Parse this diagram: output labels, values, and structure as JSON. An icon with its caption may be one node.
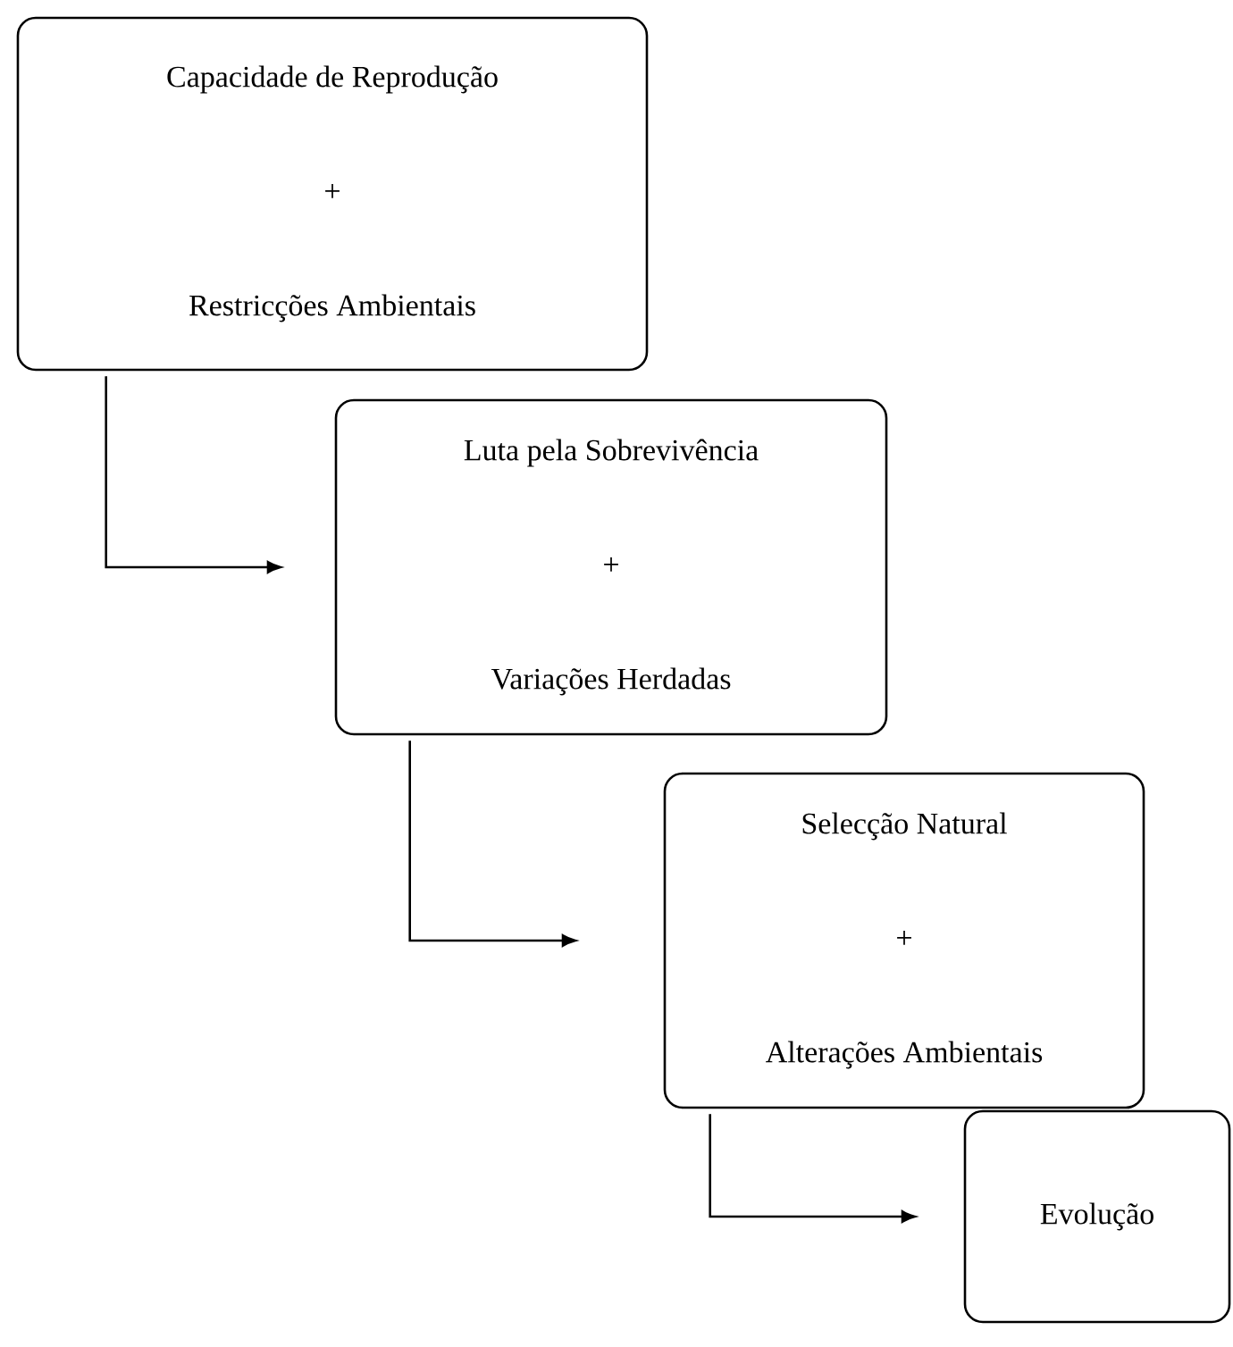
{
  "diagram": {
    "nodes": [
      {
        "text": [
          "Capacidade de Reprodução",
          "+",
          "Restricções Ambientais"
        ]
      },
      {
        "text": [
          "Luta pela Sobrevivência",
          "+",
          "Variações Herdadas"
        ]
      },
      {
        "text": [
          "Selecção Natural",
          "+",
          "Alterações Ambientais"
        ]
      },
      {
        "text": [
          "Evolução"
        ]
      }
    ],
    "edges": [
      {
        "from": 0,
        "to": 1,
        "arrow": "to"
      },
      {
        "from": 1,
        "to": 2,
        "arrow": "to"
      },
      {
        "from": 2,
        "to": 3,
        "arrow": "to"
      }
    ]
  }
}
